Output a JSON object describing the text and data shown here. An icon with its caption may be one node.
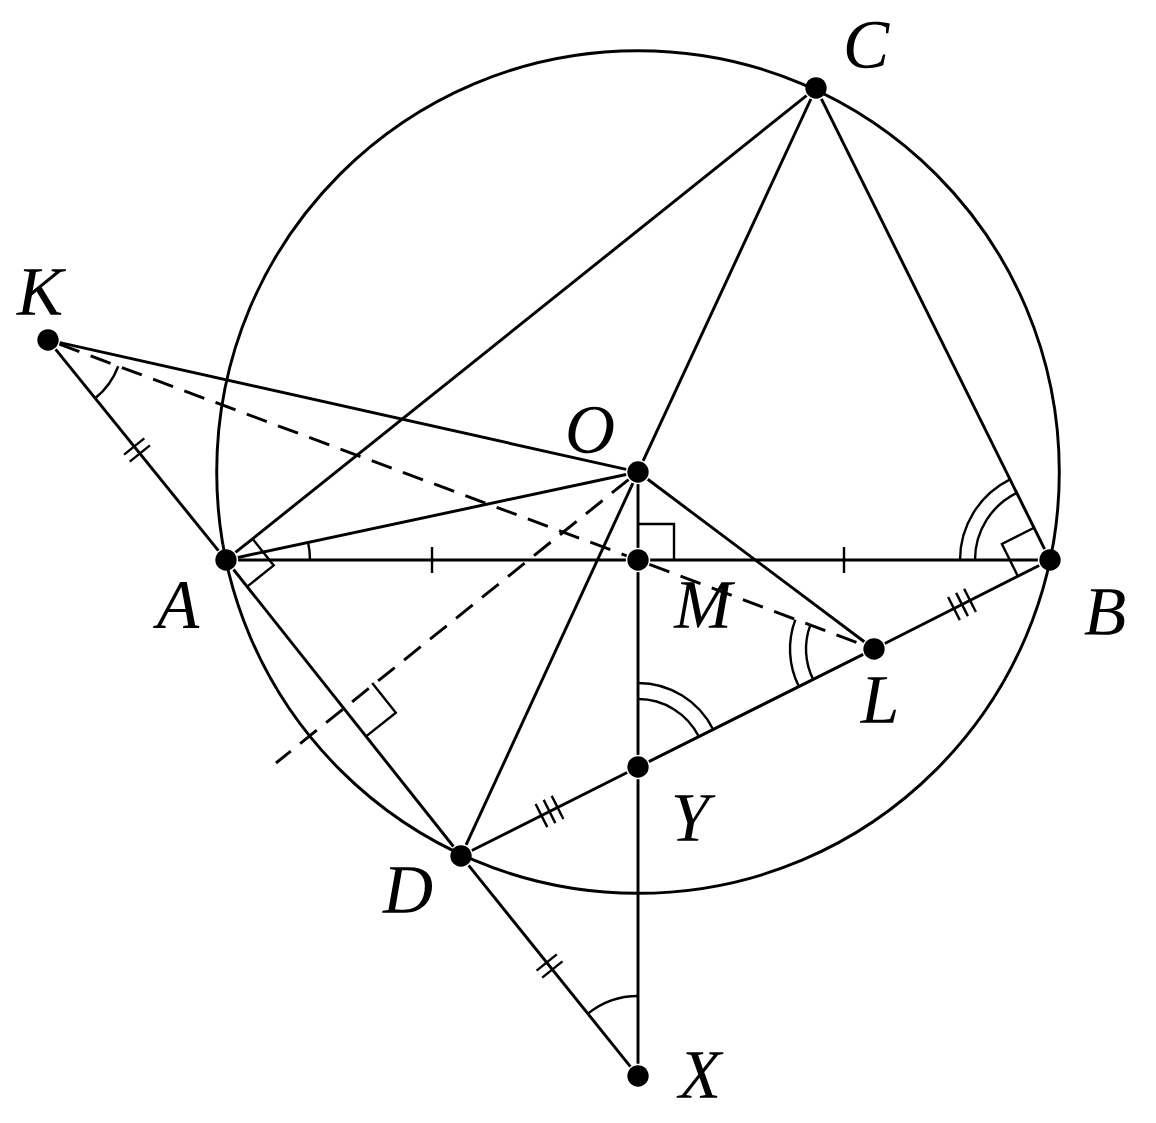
{
  "diagram": {
    "nodes": [
      {
        "text": [],
        "shape": "circle",
        "beside": [
          "A"
        ]
      },
      {
        "text": [],
        "shape": "circle",
        "beside": [
          "B"
        ]
      },
      {
        "text": [],
        "shape": "circle",
        "beside": [
          "C"
        ]
      },
      {
        "text": [],
        "shape": "circle",
        "beside": [
          "O"
        ]
      },
      {
        "text": [],
        "shape": "circle",
        "beside": [
          "M"
        ]
      },
      {
        "text": [],
        "shape": "circle",
        "beside": [
          "L"
        ]
      },
      {
        "text": [],
        "shape": "circle",
        "beside": [
          "Y"
        ]
      },
      {
        "text": [],
        "shape": "circle",
        "beside": [
          "D"
        ]
      },
      {
        "text": [],
        "shape": "circle",
        "beside": [
          "X"
        ]
      },
      {
        "text": [],
        "shape": "circle",
        "beside": [
          "K"
        ]
      }
    ],
    "edges": [
      {
        "from": 9,
        "to": 0,
        "arrow": "none"
      },
      {
        "from": 9,
        "to": 3,
        "arrow": "none"
      },
      {
        "from": 9,
        "to": 4,
        "arrow": "none",
        "style": "dashed"
      },
      {
        "from": 4,
        "to": 5,
        "arrow": "none",
        "style": "dashed"
      },
      {
        "from": 0,
        "to": 2,
        "arrow": "none"
      },
      {
        "from": 0,
        "to": 3,
        "arrow": "none"
      },
      {
        "from": 0,
        "to": 4,
        "arrow": "none"
      },
      {
        "from": 4,
        "to": 1,
        "arrow": "none"
      },
      {
        "from": 3,
        "to": 2,
        "arrow": "none"
      },
      {
        "from": 2,
        "to": 1,
        "arrow": "none"
      },
      {
        "from": 3,
        "to": 4,
        "arrow": "none"
      },
      {
        "from": 4,
        "to": 6,
        "arrow": "none"
      },
      {
        "from": 6,
        "to": 8,
        "arrow": "none"
      },
      {
        "from": 3,
        "to": 5,
        "arrow": "none"
      },
      {
        "from": 3,
        "to": 7,
        "arrow": "none"
      },
      {
        "from": 0,
        "to": 7,
        "arrow": "none"
      },
      {
        "from": 7,
        "to": 8,
        "arrow": "none"
      },
      {
        "from": 7,
        "to": 6,
        "arrow": "none"
      },
      {
        "from": 6,
        "to": 5,
        "arrow": "none"
      },
      {
        "from": 5,
        "to": 1,
        "arrow": "none"
      },
      {
        "from": 3,
        "to": null,
        "arrow": "none",
        "style": "dashed"
      }
    ]
  }
}
